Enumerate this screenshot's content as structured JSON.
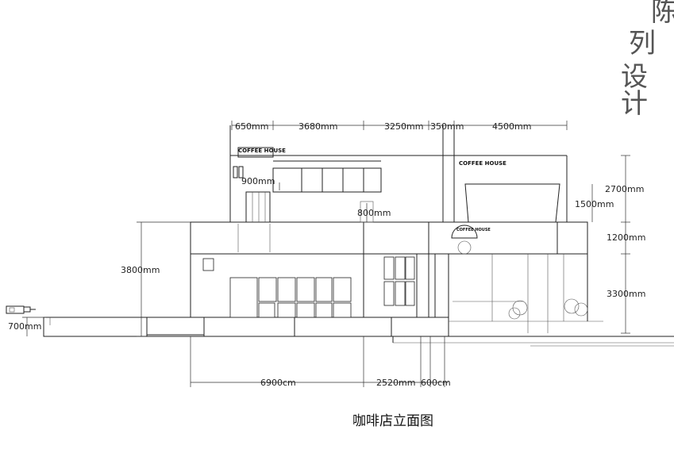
{
  "title": "咖啡店立面图",
  "corner_text": [
    "陈",
    "列",
    "设计"
  ],
  "sign_text": "COFFEE HOUSE",
  "dimensions": {
    "top": [
      "650mm",
      "3680mm",
      "3250mm",
      "350mm",
      "4500mm"
    ],
    "right": [
      "2700mm",
      "1500mm",
      "1200mm",
      "3300mm"
    ],
    "left": [
      "3800mm",
      "700mm"
    ],
    "inner": [
      "900mm",
      "800mm"
    ],
    "bottom": [
      "6900cm",
      "2520mm",
      "600cm"
    ]
  },
  "colors": {
    "line": "#222222",
    "background": "#ffffff"
  }
}
